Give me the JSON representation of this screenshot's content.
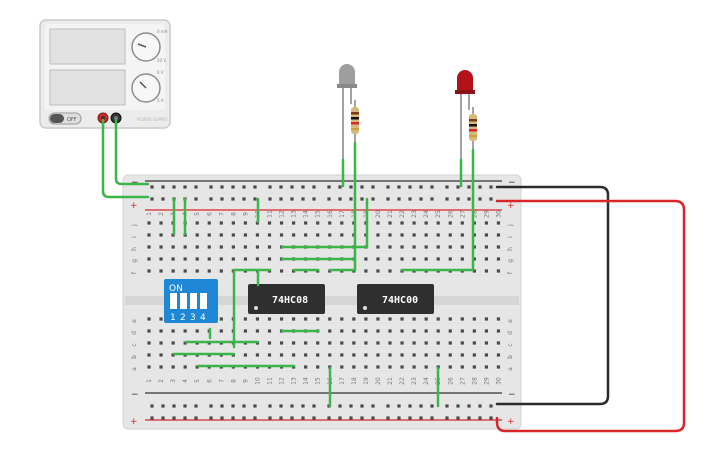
{
  "power_supply": {
    "off_label": "OFF",
    "knob_top_labels": [
      "0 mA",
      "20 V"
    ],
    "knob_bottom_labels": [
      "0 V",
      "5 A"
    ],
    "brand_text": "POWER SUPPLY"
  },
  "breadboard": {
    "columns": [
      "1",
      "2",
      "3",
      "4",
      "5",
      "6",
      "7",
      "8",
      "9",
      "10",
      "11",
      "12",
      "13",
      "14",
      "15",
      "16",
      "17",
      "18",
      "19",
      "20",
      "21",
      "22",
      "23",
      "24",
      "25",
      "26",
      "27",
      "28",
      "29",
      "30"
    ],
    "rows_top": [
      "j",
      "i",
      "h",
      "g",
      "f"
    ],
    "rows_bottom": [
      "e",
      "d",
      "c",
      "b",
      "a"
    ],
    "rail_minus": "−",
    "rail_plus": "+"
  },
  "dip_switch": {
    "on_label": "ON",
    "numbers": [
      "1",
      "2",
      "3",
      "4"
    ]
  },
  "chips": [
    {
      "label": "74HC08"
    },
    {
      "label": "74HC00"
    }
  ],
  "leds": [
    {
      "color": "#9e9e9e",
      "name": "gray-led"
    },
    {
      "color": "#b3121b",
      "name": "red-led"
    }
  ],
  "colors": {
    "wire_green": "#3bb54a",
    "wire_red": "#d9262a",
    "wire_black": "#2b2b2b",
    "breadboard": "#e6e6e6",
    "dip_blue": "#1e87d6"
  }
}
